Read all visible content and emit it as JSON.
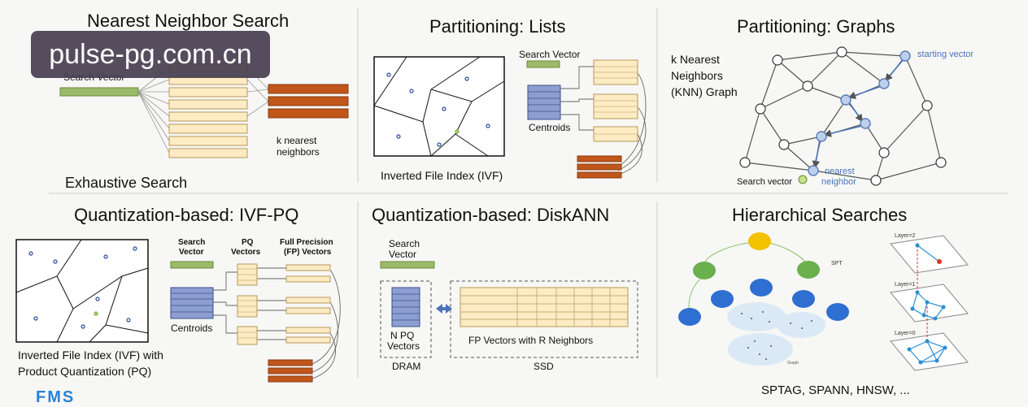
{
  "panels": {
    "nn": {
      "title": "Nearest Neighbor Search",
      "query_label": "Search Vector",
      "result_label_1": "k nearest",
      "result_label_2": "neighbors",
      "caption": "Exhaustive Search"
    },
    "lists": {
      "title": "Partitioning: Lists",
      "query_label": "Search Vector",
      "centroids_label": "Centroids",
      "caption": "Inverted File Index (IVF)"
    },
    "graphs": {
      "title": "Partitioning: Graphs",
      "knn_line1": "k Nearest",
      "knn_line2": "Neighbors",
      "knn_line3": "(KNN) Graph",
      "start_label": "starting vector",
      "search_label": "Search vector",
      "nearest_line1": "nearest",
      "nearest_line2": "neighbor"
    },
    "ivfpq": {
      "title": "Quantization-based: IVF-PQ",
      "search_line1": "Search",
      "search_line2": "Vector",
      "pq_line1": "PQ",
      "pq_line2": "Vectors",
      "fp_line1": "Full Precision",
      "fp_line2": "(FP) Vectors",
      "centroids_label": "Centroids",
      "caption_line1": "Inverted File Index (IVF) with",
      "caption_line2": "Product Quantization (PQ)"
    },
    "diskann": {
      "title": "Quantization-based: DiskANN",
      "search_line1": "Search",
      "search_line2": "Vector",
      "npq_line1": "N PQ",
      "npq_line2": "Vectors",
      "fp_label": "FP Vectors with R Neighbors",
      "dram_label": "DRAM",
      "ssd_label": "SSD"
    },
    "hier": {
      "title": "Hierarchical Searches",
      "spt_label": "SPT",
      "layer2": "Layer=2",
      "layer1": "Layer=1",
      "layer0": "Layer=0",
      "graph_label": "Graph",
      "caption": "SPTAG, SPANN, HNSW, ..."
    }
  },
  "watermark": "pulse-pg.com.cn",
  "logo": "FMS",
  "colors": {
    "query": "#9bbb6a",
    "vector": "#fcebc3",
    "vector_border": "#b89a5a",
    "result": "#c0561a",
    "centroid": "#8d9fd1",
    "graph_node": "#bcd0ea",
    "graph_node_border": "#5a7cb8",
    "accent_blue": "#4a74b8"
  }
}
